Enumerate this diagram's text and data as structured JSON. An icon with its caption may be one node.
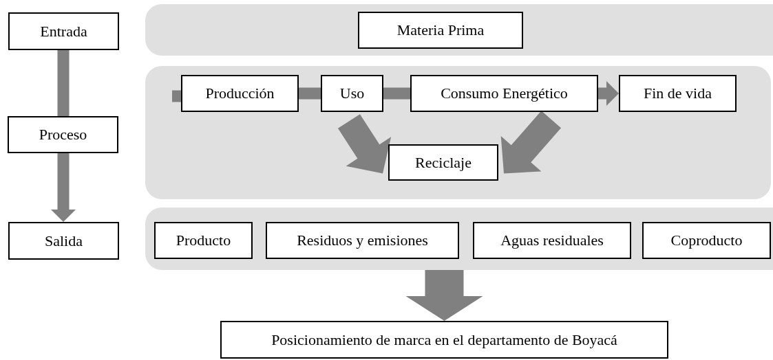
{
  "diagram": {
    "nodes": [
      {
        "text": [
          "Entrada"
        ]
      },
      {
        "text": [],
        "shape": "band"
      },
      {
        "text": [
          "Materia Prima"
        ],
        "in": 1
      },
      {
        "text": [
          "Proceso"
        ]
      },
      {
        "text": [],
        "shape": "band"
      },
      {
        "text": [
          "Producción"
        ],
        "in": 4
      },
      {
        "text": [
          "Uso"
        ],
        "in": 4
      },
      {
        "text": [
          "Consumo Energético"
        ],
        "in": 4
      },
      {
        "text": [
          "Fin de vida"
        ],
        "in": 4
      },
      {
        "text": [
          "Reciclaje"
        ],
        "in": 4
      },
      {
        "text": [
          "Salida"
        ]
      },
      {
        "text": [],
        "shape": "band"
      },
      {
        "text": [
          "Producto"
        ],
        "in": 11
      },
      {
        "text": [
          "Residuos y emisiones"
        ],
        "in": 11
      },
      {
        "text": [
          "Aguas residuales"
        ],
        "in": 11
      },
      {
        "text": [
          "Coproducto"
        ],
        "in": 11
      },
      {
        "text": [
          "Posicionamiento de marca en el departamento de Boyacá"
        ]
      }
    ],
    "edges": [
      {
        "from": 0,
        "to": 3,
        "arrow": "none"
      },
      {
        "from": 3,
        "to": 10,
        "arrow": "to"
      },
      {
        "from": null,
        "to": 5,
        "arrow": "none"
      },
      {
        "from": 5,
        "to": 6,
        "arrow": "none"
      },
      {
        "from": 6,
        "to": 7,
        "arrow": "none"
      },
      {
        "from": 7,
        "to": 8,
        "arrow": "to"
      },
      {
        "from": 6,
        "to": 9,
        "arrow": "to",
        "style": "thick"
      },
      {
        "from": 7,
        "to": 9,
        "arrow": "to",
        "style": "thick"
      },
      {
        "from": 11,
        "to": 16,
        "arrow": "to",
        "style": "thick"
      }
    ]
  }
}
